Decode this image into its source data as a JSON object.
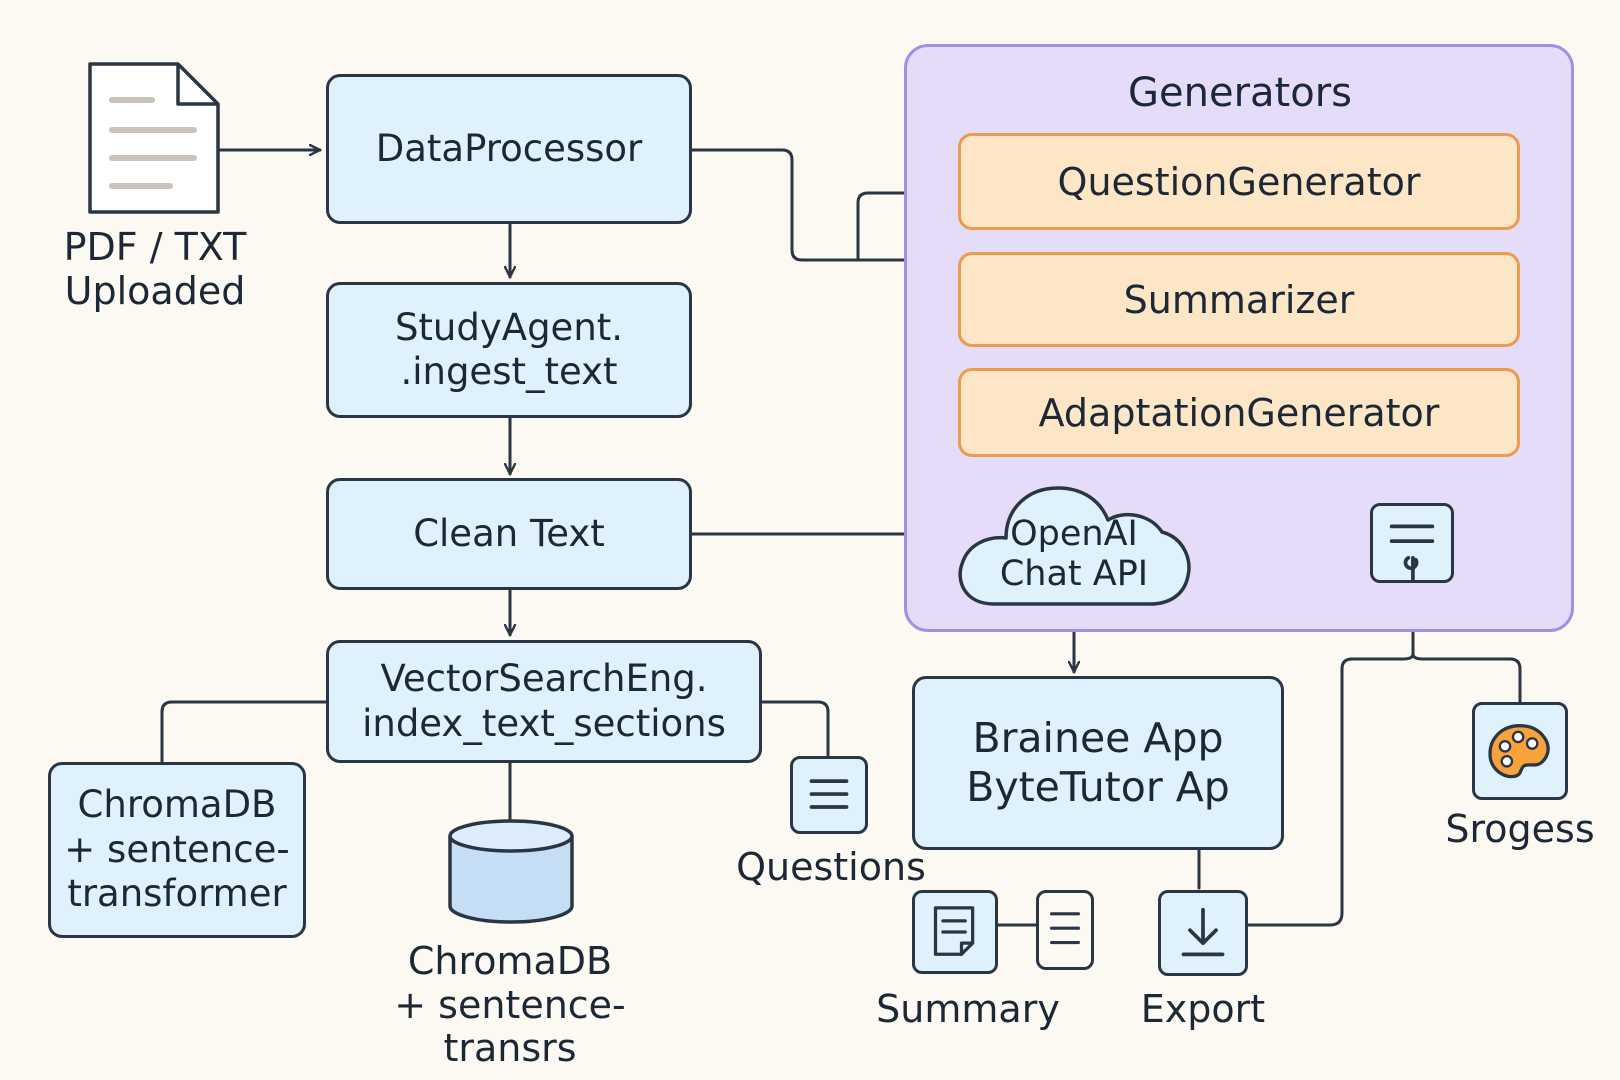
{
  "input": {
    "title": "PDF / TXT\nUploaded",
    "icon": "document-icon"
  },
  "nodes": {
    "data_processor": "DataProcessor",
    "study_agent": "StudyAgent.\n.ingest_text",
    "clean_text": "Clean Text",
    "vector_search": "VectorSearchEng.\nindex_text_sections",
    "chromadb_box": "ChromaDB\n+ sentence-\ntransformer",
    "app": "Brainee App\nByteTutor Ap"
  },
  "generators": {
    "title": "Generators",
    "items": [
      "QuestionGenerator",
      "Summarizer",
      "AdaptationGenerator"
    ]
  },
  "cloud": {
    "label": "OpenAI\nChat API",
    "icon": "cloud-icon"
  },
  "database": {
    "label": "ChromaDB\n+ sentence-transrs",
    "icon": "database-icon"
  },
  "outputs": {
    "questions": "Questions",
    "summary": "Summary",
    "export": "Export",
    "progress": "Srogess"
  },
  "colors": {
    "background": "#fcf8f2",
    "box_fill": "#dff1fb",
    "stroke": "#2a3644",
    "group_fill": "#e4dcf9",
    "group_stroke": "#a68ee0",
    "generator_fill": "#fde6c6",
    "generator_stroke": "#ec9b4e",
    "palette_fill": "#f7a23a"
  }
}
